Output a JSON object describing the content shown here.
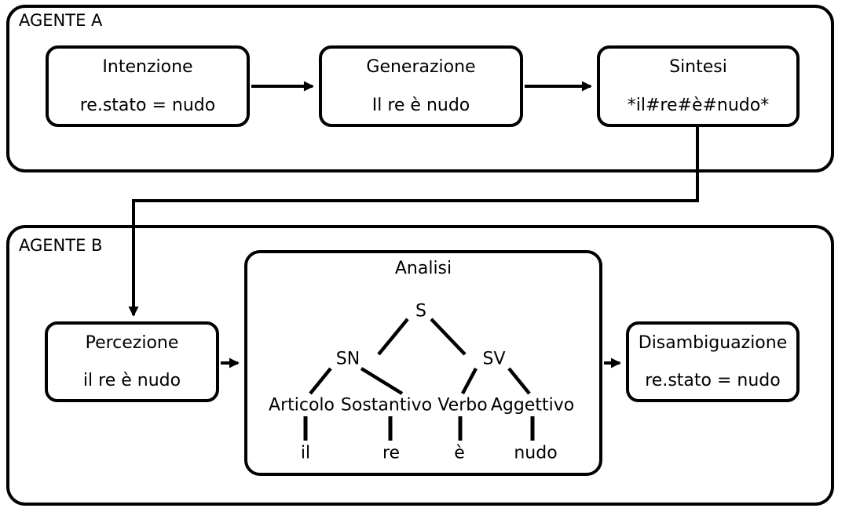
{
  "agent_a": {
    "label": "AGENTE A",
    "boxes": [
      {
        "title": "Intenzione",
        "value": "re.stato = nudo"
      },
      {
        "title": "Generazione",
        "value": "Il re è nudo"
      },
      {
        "title": "Sintesi",
        "value": "*il#re#è#nudo*"
      }
    ]
  },
  "agent_b": {
    "label": "AGENTE B",
    "percezione": {
      "title": "Percezione",
      "value": "il re è nudo"
    },
    "analisi": {
      "title": "Analisi",
      "tree": {
        "root": "S",
        "phrases": [
          "SN",
          "SV"
        ],
        "categories": [
          "Articolo",
          "Sostantivo",
          "Verbo",
          "Aggettivo"
        ],
        "words": [
          "il",
          "re",
          "è",
          "nudo"
        ]
      }
    },
    "disambiguazione": {
      "title": "Disambiguazione",
      "value": "re.stato = nudo"
    }
  },
  "colors": {
    "line": "#000000",
    "background": "#ffffff"
  }
}
